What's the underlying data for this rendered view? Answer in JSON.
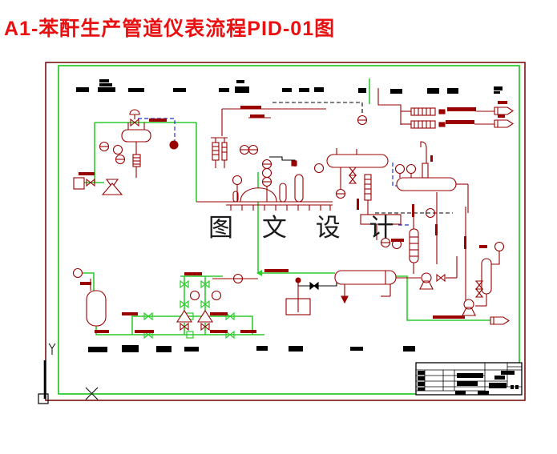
{
  "page": {
    "title": "A1-苯酐生产管道仪表流程PID-01图"
  },
  "watermark": {
    "text": "图 文 设 计"
  },
  "colors": {
    "title_red": "#e81010",
    "pipe_red": "#990000",
    "process_green": "#2fcc2f",
    "signal_blue": "#2233cc",
    "frame_outer_red": "#7a1212",
    "frame_inner_green": "#2fcc2f",
    "redaction_black": "#000000",
    "background": "#ffffff"
  },
  "redacted_labels": {
    "top_row_count": 14,
    "bottom_row_count": 8,
    "title_block_bar_count": 12
  },
  "equipment_icons": [
    "horizontal-drum-icon",
    "dome-reactor-icon",
    "vertical-column-icon",
    "storage-tank-icon",
    "centrifugal-pump-icon",
    "fin-cooler-icon",
    "control-valve-icon",
    "gate-valve-icon",
    "instrument-bubble-icon",
    "stream-arrow-icon",
    "level-gauge-icon",
    "gooseneck-vent-icon"
  ],
  "line_colors": {
    "process_line": "#2fcc2f",
    "piping_equipment": "#990000",
    "instrument_signal_dashed": "#2233cc",
    "electric_signal_dashed": "#000000"
  }
}
